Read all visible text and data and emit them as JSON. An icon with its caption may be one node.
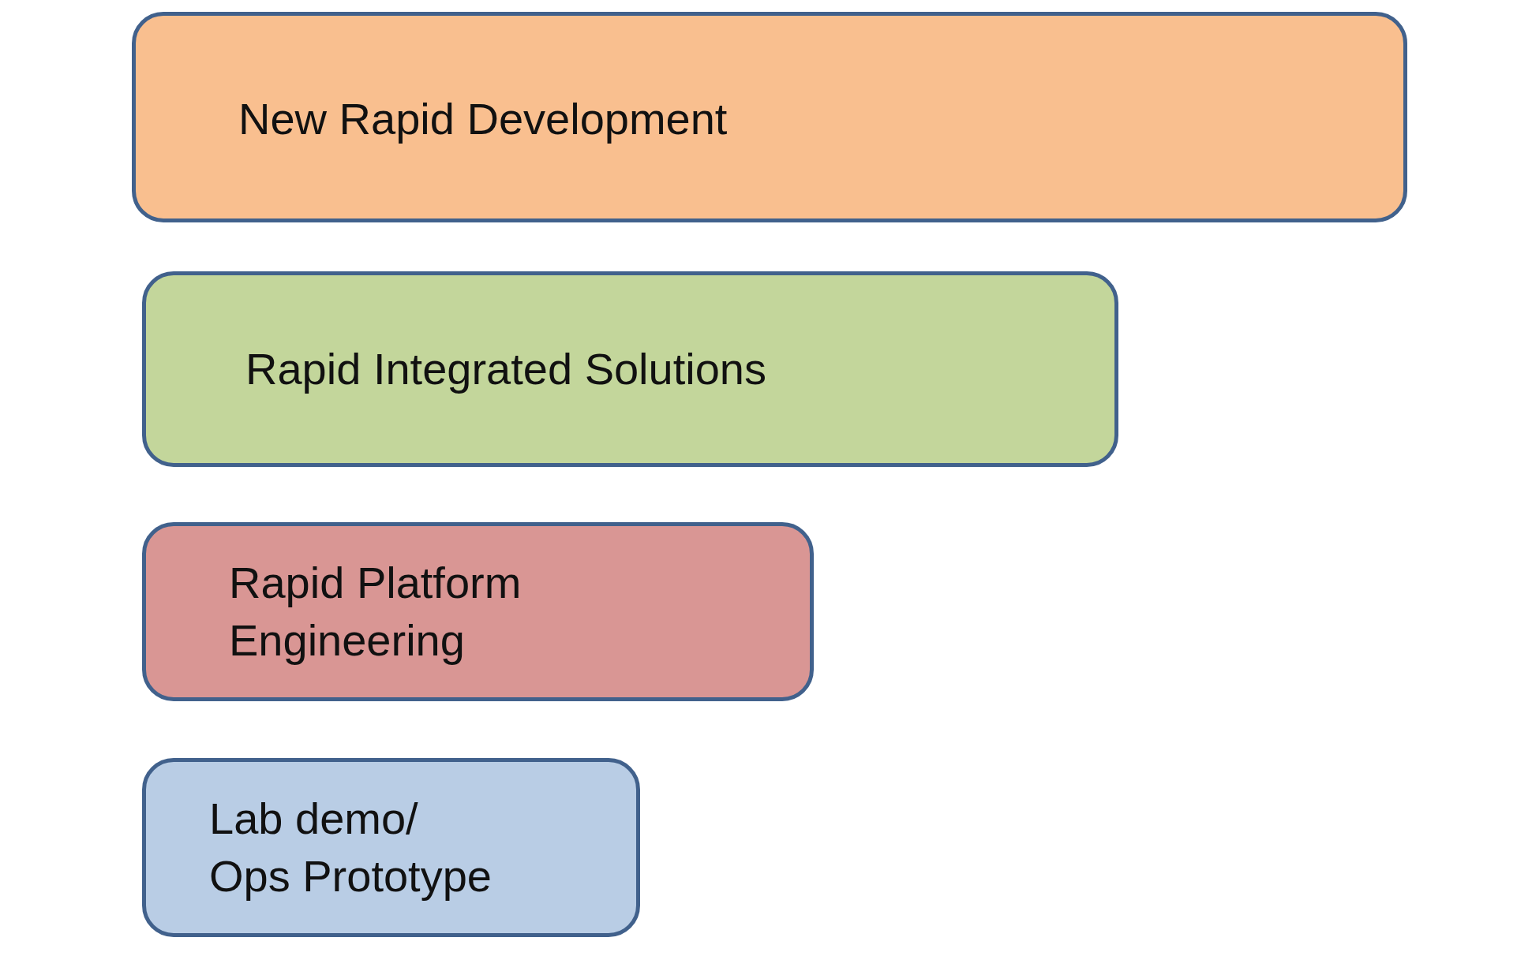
{
  "diagram": {
    "nodes": [
      {
        "text": [
          "New Rapid Development"
        ]
      },
      {
        "text": [
          "Rapid Integrated Solutions"
        ]
      },
      {
        "text": [
          "Rapid Platform Engineering"
        ]
      },
      {
        "text": [
          "Lab demo/ Ops Prototype"
        ]
      }
    ]
  }
}
